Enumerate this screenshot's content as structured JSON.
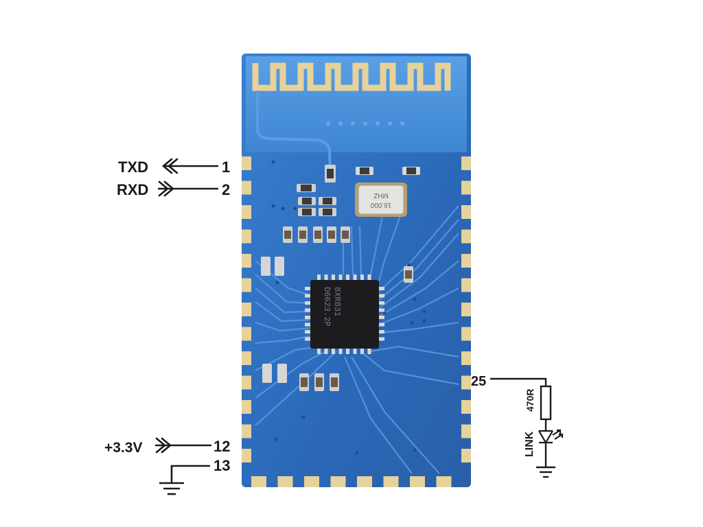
{
  "pins": {
    "txd": {
      "name": "TXD",
      "number": "1"
    },
    "rxd": {
      "name": "RXD",
      "number": "2"
    },
    "vcc": {
      "name": "+3.3V",
      "number": "12"
    },
    "gnd": {
      "number": "13"
    },
    "link": {
      "number": "25"
    }
  },
  "components": {
    "resistor_label": "470R",
    "led_label": "LINK"
  },
  "chip": {
    "line1": "8XR831",
    "line2": "D6623.2P"
  },
  "crystal": {
    "line1": "16.000",
    "line2": "MHZ"
  },
  "colors": {
    "board": "#2f6fbf",
    "board_light": "#3d83d4",
    "pad": "#e6d29a",
    "trace": "#4a8ee0",
    "chip": "#1c1c1f",
    "wire": "#1a1a1a"
  },
  "icons": [
    "arrow-left-icon",
    "arrow-right-icon",
    "ground-icon",
    "resistor-icon",
    "led-icon"
  ]
}
